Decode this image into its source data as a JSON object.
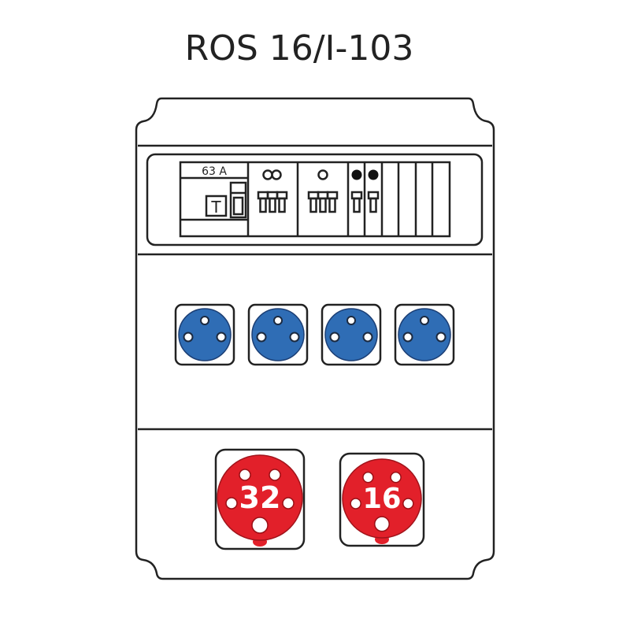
{
  "title": "ROS 16/I-103",
  "breaker_panel": {
    "main_switch_rating": "63 A",
    "main_switch_button": "T"
  },
  "socket_counts": {
    "schuko_230v": 4,
    "cee": 2
  },
  "cee_sockets": [
    {
      "rating": "32"
    },
    {
      "rating": "16"
    }
  ],
  "colors": {
    "blue_socket": "#2f6db5",
    "red_socket": "#e2202a",
    "outline": "#222222"
  }
}
